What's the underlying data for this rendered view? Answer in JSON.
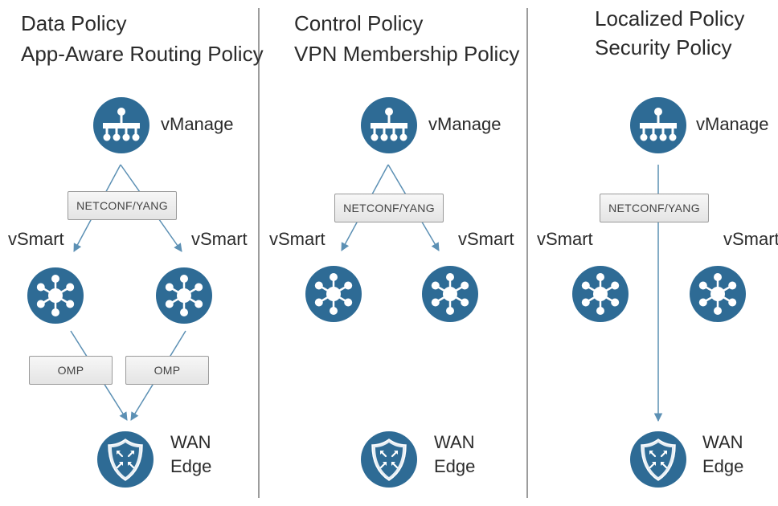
{
  "panels": [
    {
      "title_lines": [
        "Data Policy",
        "App-Aware Routing Policy"
      ],
      "vmanage_label": "vManage",
      "netconf_label": "NETCONF/YANG",
      "vsmart_left_label": "vSmart",
      "vsmart_right_label": "vSmart",
      "omp_left_label": "OMP",
      "omp_right_label": "OMP",
      "wan_label_line1": "WAN",
      "wan_label_line2": "Edge"
    },
    {
      "title_lines": [
        "Control Policy",
        "VPN Membership Policy"
      ],
      "vmanage_label": "vManage",
      "netconf_label": "NETCONF/YANG",
      "vsmart_left_label": "vSmart",
      "vsmart_right_label": "vSmart",
      "wan_label_line1": "WAN",
      "wan_label_line2": "Edge"
    },
    {
      "title_lines": [
        "Localized Policy",
        "Security Policy"
      ],
      "vmanage_label": "vManage",
      "netconf_label": "NETCONF/YANG",
      "vsmart_left_label": "vSmart",
      "vsmart_right_label": "vSmart",
      "wan_label_line1": "WAN",
      "wan_label_line2": "Edge"
    }
  ],
  "colors": {
    "node_fill": "#2e6b95",
    "connector": "#5c90b4",
    "divider": "#9c9c9c"
  },
  "icons": {
    "vmanage": "vmanage-controller-icon",
    "vsmart": "vsmart-hub-icon",
    "wan_edge": "wan-edge-shield-icon"
  }
}
